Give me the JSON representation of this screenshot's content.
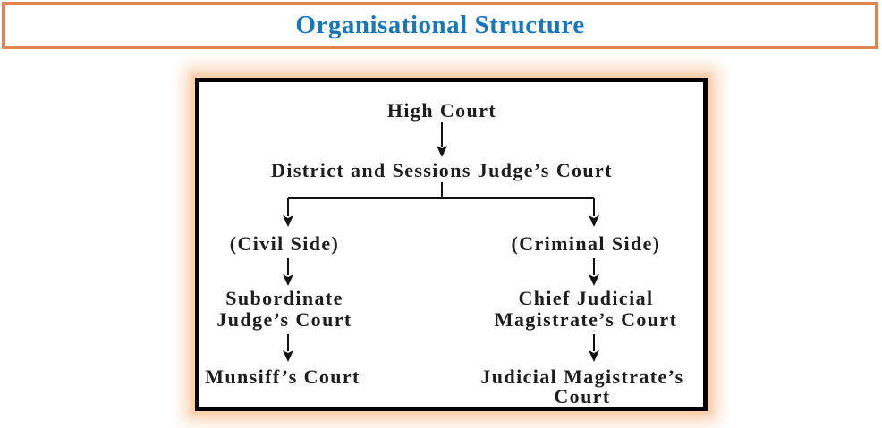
{
  "banner": {
    "title": "Organisational Structure"
  },
  "diagram": {
    "type": "flowchart",
    "nodes": {
      "high_court": "High Court",
      "district_sessions": "District and Sessions Judge’s Court",
      "civil_side": "(Civil Side)",
      "criminal_side": "(Criminal Side)",
      "subordinate_l1": "Subordinate",
      "subordinate_l2": "Judge’s Court",
      "chief_judicial_l1": "Chief Judicial",
      "chief_judicial_l2": "Magistrate’s Court",
      "munsiff": "Munsiff’s Court",
      "judicial_magistrate_l1": "Judicial Magistrate’s",
      "judicial_magistrate_l2": "Court"
    },
    "edges": [
      {
        "from": "High Court",
        "to": "District and Sessions Judge’s Court"
      },
      {
        "from": "District and Sessions Judge’s Court",
        "to": "(Civil Side)"
      },
      {
        "from": "District and Sessions Judge’s Court",
        "to": "(Criminal Side)"
      },
      {
        "from": "(Civil Side)",
        "to": "Subordinate Judge’s Court"
      },
      {
        "from": "Subordinate Judge’s Court",
        "to": "Munsiff’s Court"
      },
      {
        "from": "(Criminal Side)",
        "to": "Chief Judicial Magistrate’s Court"
      },
      {
        "from": "Chief Judicial Magistrate’s Court",
        "to": "Judicial Magistrate’s Court"
      }
    ],
    "colors": {
      "title_text": "#1677be",
      "title_border": "#e08550",
      "box_border": "#000000",
      "box_glow": "#f8c49e",
      "node_text": "#1d1d1d"
    }
  }
}
